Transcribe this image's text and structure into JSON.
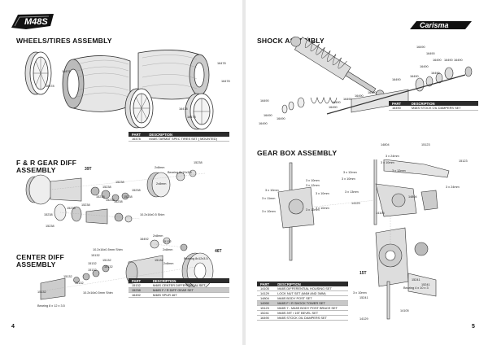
{
  "left": {
    "page_number": "4",
    "logo_text": "M48S",
    "wheels": {
      "title": "WHEELS/TIRES ASSEMBLY",
      "labels": [
        "16478",
        "16478",
        "16478",
        "16478",
        "16478",
        "16478"
      ],
      "table": {
        "headers": [
          "PART",
          "DESCRIPTION"
        ],
        "rows": [
          [
            "16478",
            "M48S TARMAT SPEC TIRES SET ( MOUNTED)"
          ]
        ]
      }
    },
    "gear_diff": {
      "title_line1": "F & R GEAR DIFF",
      "title_line2": "ASSEMBLY",
      "ratio": "39T",
      "labels": [
        "15238",
        "15238",
        "15238",
        "15238",
        "15238",
        "15238",
        "15238",
        "15238",
        "15238",
        "15238",
        "2x8mm",
        "Bearing 8x12x3.5",
        "15238",
        "10.2x16x0.5 Shim",
        "2x8mm",
        "15238"
      ]
    },
    "center_diff": {
      "title_line1": "CENTER DIFF",
      "title_line2": "ASSEMBLY",
      "ratio": "46T",
      "labels": [
        "16492",
        "2x8mm",
        "15132",
        "10.2x16x0.5mm Shim",
        "15132",
        "15132",
        "15132",
        "15132",
        "15132",
        "15132",
        "15132",
        "15132",
        "Bearing 8 x 12 x 3.5",
        "10.2x16x0.5mm Shim",
        "2x8mm",
        "Bearing 8x12x3.5",
        "15132",
        "2x8mm"
      ],
      "table": {
        "headers": [
          "PART",
          "DESCRIPTION"
        ],
        "rows": [
          [
            "15132",
            "M48S CENTER DIFFERENTIAL SET"
          ],
          [
            "15238",
            "M48S F / R DIFF GEAR SET"
          ],
          [
            "16492",
            "M48S SPUR 46T"
          ]
        ],
        "highlight_row": 1
      }
    }
  },
  "right": {
    "page_number": "5",
    "logo_text": "Carisma",
    "shock": {
      "title": "SHOCK ASSEMBLY",
      "labels": [
        "16490",
        "16490",
        "16490",
        "16490",
        "16490",
        "16490",
        "16490",
        "16490",
        "16490",
        "16490",
        "16490",
        "16490",
        "16490",
        "16490",
        "16490",
        "16490",
        "16490",
        "16490"
      ],
      "table": {
        "headers": [
          "PART",
          "DESCRIPTION"
        ],
        "rows": [
          [
            "16490",
            "M48S STOCK OIL DAMPERS SET"
          ]
        ]
      }
    },
    "gearbox": {
      "title": "GEAR BOX ASSEMBLY",
      "ratio": "15T",
      "labels": [
        "14804",
        "3 x 24mm",
        "3 x 10mm",
        "15123",
        "3 x 12mm",
        "15123",
        "3 x 12mm",
        "3 x 10mm",
        "3 x 10mm",
        "3 x 12mm",
        "3 x 11mm",
        "3 x 10mm",
        "3 x 10mm",
        "3 x 10mm",
        "3 x 12mm",
        "3 x 10mm",
        "14804",
        "3 x 24mm",
        "3 x 13mm",
        "14129",
        "14105",
        "3 x 10mm",
        "15241",
        "15241",
        "Bearing 4 x 10 x 3",
        "14105",
        "14129",
        "15241"
      ],
      "table": {
        "headers": [
          "PART",
          "DESCRIPTION"
        ],
        "rows": [
          [
            "14105",
            "M48S DIFFERENTIAL HOUSING SET"
          ],
          [
            "14129",
            "LOCK NUT SET (M4M AND 3MM)"
          ],
          [
            "14804",
            "M48S BODY POST SET"
          ],
          [
            "14990",
            "M48S F / R SHOCK TOWER SET"
          ],
          [
            "15123",
            "M48S 7 - M48S BODY POST BRACE SET"
          ],
          [
            "15241",
            "M48S 39T / 15T BEVEL SET"
          ],
          [
            "16490",
            "M48S STOCK OIL DAMPERS SET"
          ]
        ],
        "highlight_row": 3
      }
    }
  }
}
